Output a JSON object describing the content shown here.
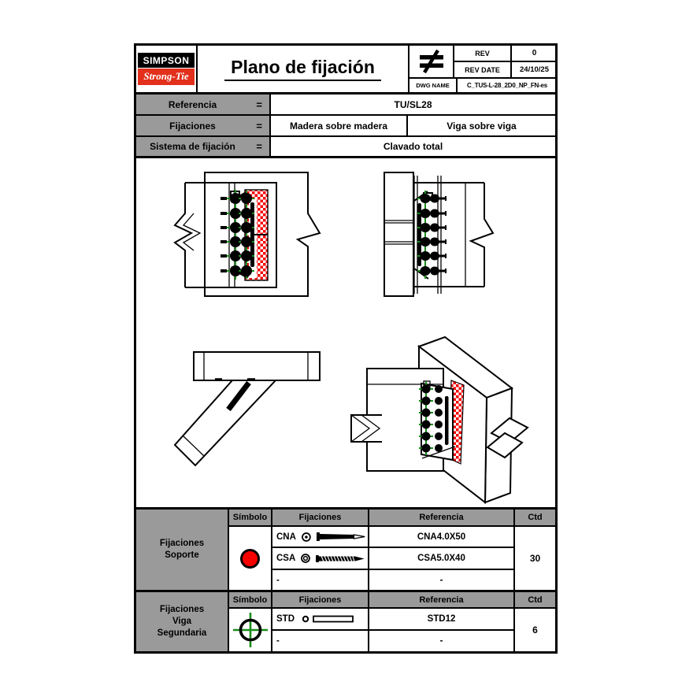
{
  "colors": {
    "brand-red": "#e2301c",
    "accent-red": "#f70000",
    "accent-green": "#1a8c1a",
    "cell-gray": "#9a9a9a"
  },
  "header": {
    "logo_top": "SIMPSON",
    "logo_bottom": "Strong-Tie",
    "title": "Plano de fijación",
    "symbol_icon": "not-equal-icon",
    "rev_label": "REV",
    "rev_value": "0",
    "rev_date_label": "REV DATE",
    "rev_date_value": "24/10/25",
    "dwg_label": "DWG NAME",
    "dwg_value": "C_TUS-L-28_2D0_NP_FN-es"
  },
  "reference_table": {
    "rows": [
      {
        "label": "Referencia",
        "eq": "=",
        "values": [
          "TU/SL28"
        ]
      },
      {
        "label": "Fijaciones",
        "eq": "=",
        "values": [
          "Madera sobre madera",
          "Viga sobre viga"
        ]
      },
      {
        "label": "Sistema de fijación",
        "eq": "=",
        "values": [
          "Clavado total"
        ]
      }
    ]
  },
  "drawings": {
    "views": [
      "front-view",
      "side-view",
      "plan-view",
      "isometric-view"
    ]
  },
  "support_fixings_table": {
    "row_label": "Fijaciones Soporte",
    "headers": [
      "Símbolo",
      "Fijaciones",
      "Referencia",
      "Ctd"
    ],
    "symbol_icon": "red-circle-symbol",
    "rows": [
      {
        "fixing": "CNA",
        "icon": "nail-icon",
        "reference": "CNA4.0X50"
      },
      {
        "fixing": "CSA",
        "icon": "screw-icon",
        "reference": "CSA5.0X40"
      },
      {
        "fixing": "-",
        "icon": "",
        "reference": "-"
      }
    ],
    "qty": "30"
  },
  "secondary_beam_fixings_table": {
    "row_label": "Fijaciones Viga Segundaria",
    "headers": [
      "Símbolo",
      "Fijaciones",
      "Referencia",
      "Ctd"
    ],
    "symbol_icon": "crosshair-symbol",
    "rows": [
      {
        "fixing": "STD",
        "icon": "dowel-icon",
        "reference": "STD12"
      },
      {
        "fixing": "-",
        "icon": "",
        "reference": "-"
      }
    ],
    "qty": "6"
  }
}
